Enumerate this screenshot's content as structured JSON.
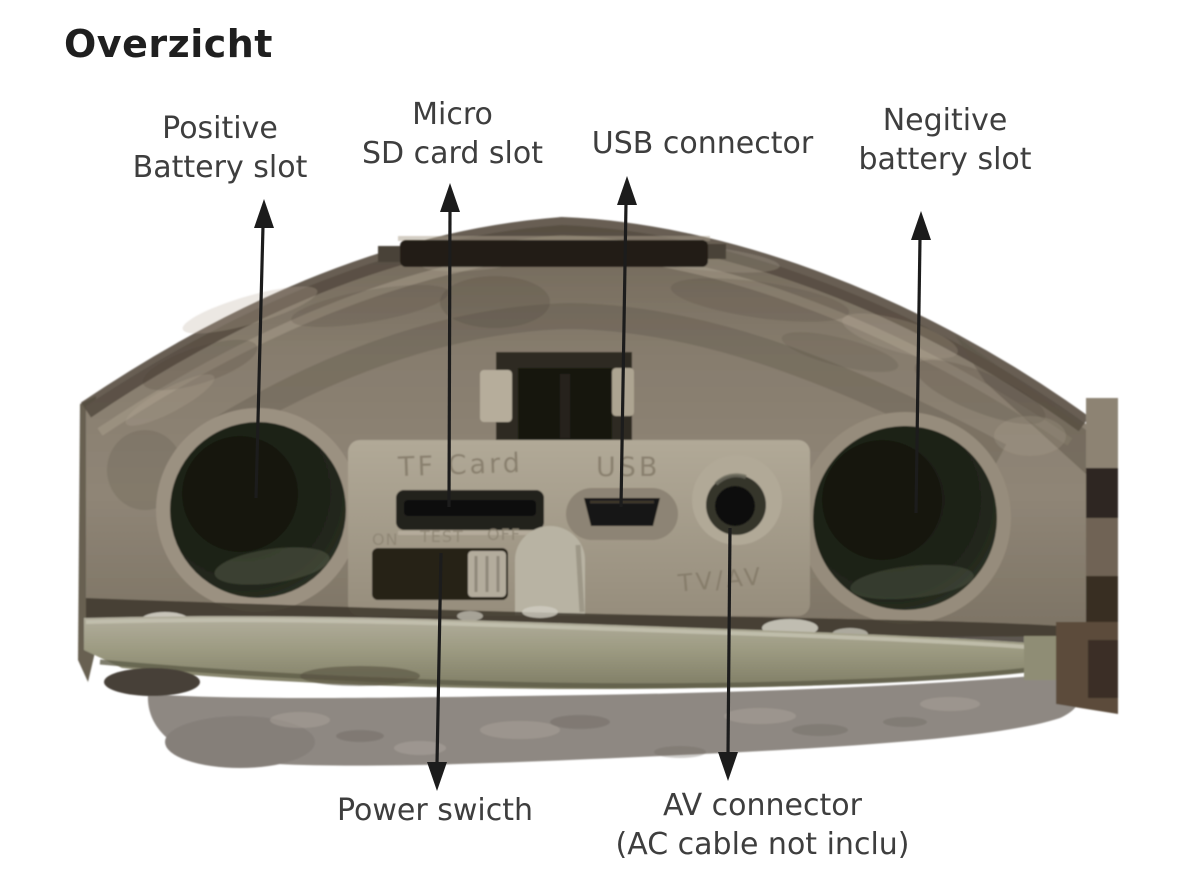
{
  "title": "Overzicht",
  "labels": {
    "positive_battery": {
      "line1": "Positive",
      "line2": "Battery slot"
    },
    "micro_sd": {
      "line1": "Micro",
      "line2": "SD card slot"
    },
    "usb": {
      "line1": "USB connector"
    },
    "negative_battery": {
      "line1": "Negitive",
      "line2": "battery slot"
    },
    "power_switch": {
      "line1": "Power swicth"
    },
    "av_connector": {
      "line1": "AV connector",
      "line2": "(AC cable not inclu)"
    }
  },
  "device": {
    "embossed": {
      "tf_card": "TF Card",
      "usb": "USB",
      "switch_on": "ON",
      "switch_test": "TEST",
      "switch_off": "OFF",
      "tv_av": "TV/AV"
    }
  },
  "colors": {
    "title_text": "#1f1f1f",
    "label_text": "#3e3e3e",
    "arrow": "#1c1c1c",
    "body_camo": "#8a8072",
    "port_panel": "#a8a08f",
    "base_plate": "#9d9b82",
    "carpet": "#8e8882",
    "battery_hole": "#1d211a",
    "background": "#ffffff"
  }
}
